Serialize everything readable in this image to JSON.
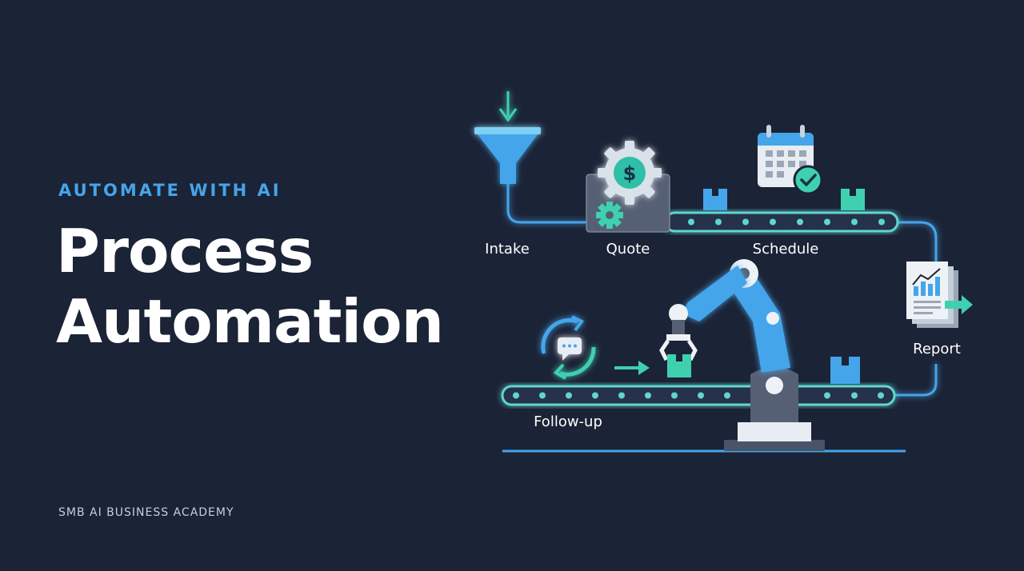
{
  "kicker": "AUTOMATE WITH AI",
  "title": {
    "line1": "Process",
    "line2": "Automation"
  },
  "footer": "SMB AI BUSINESS ACADEMY",
  "stages": {
    "intake": "Intake",
    "quote": "Quote",
    "schedule": "Schedule",
    "report": "Report",
    "follow_up": "Follow-up"
  },
  "icons": {
    "currency_symbol": "$",
    "funnel": "funnel-icon",
    "quote": "dollar-gear-icon",
    "schedule": "calendar-check-icon",
    "report": "report-chart-icon",
    "follow_up": "chat-refresh-icon",
    "robot": "robotic-arm-icon"
  },
  "colors": {
    "background": "#1b2336",
    "accent_blue": "#45a5ea",
    "accent_teal": "#3fd0b0",
    "conveyor_glow": "#5fd6d0",
    "text": "#ffffff"
  }
}
